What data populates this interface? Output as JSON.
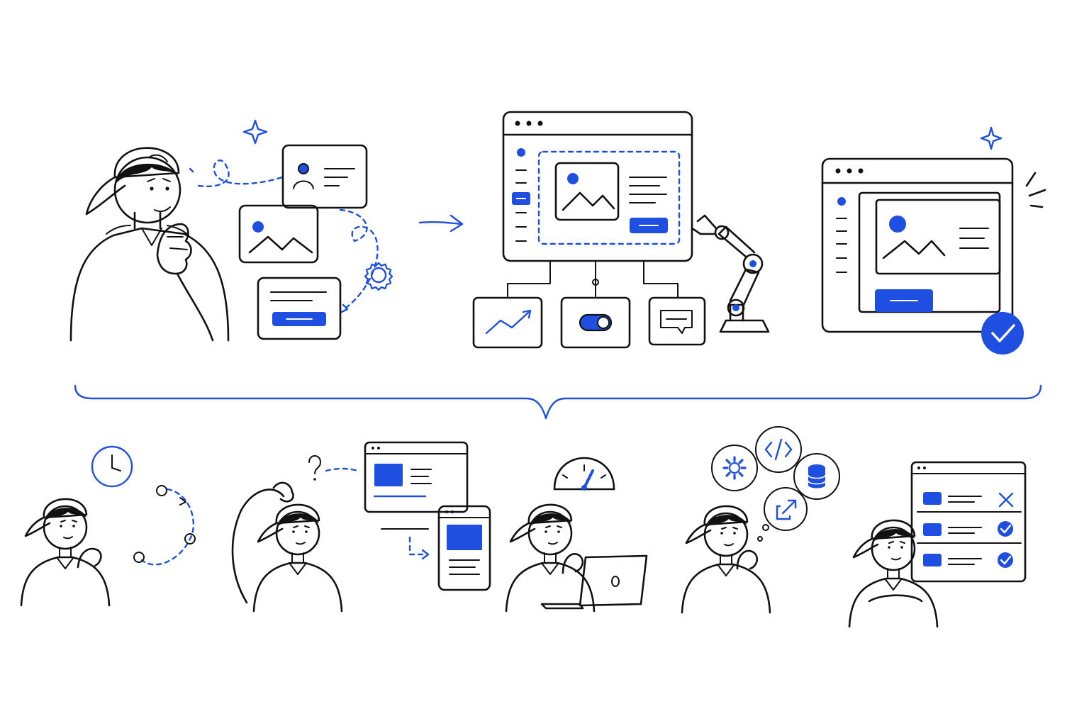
{
  "colors": {
    "ink": "#111111",
    "accent": "#1f4fe0",
    "background": "#ffffff"
  },
  "top_row": {
    "designer": {
      "pose": "thinking"
    },
    "floating_cards": [
      "profile-card-icon",
      "image-card-icon",
      "button-card-icon"
    ],
    "flow_arrow": "arrow-right-icon",
    "builder_window": {
      "widgets": [
        "line-chart-icon",
        "toggle-icon",
        "chat-bubble-icon"
      ],
      "robot": "robot-arm-icon"
    },
    "result_window": {
      "badge": "check-badge-icon"
    }
  },
  "bottom_row": {
    "figures": [
      {
        "name": "time-loop",
        "props": [
          "clock-icon",
          "cycle-path-icon"
        ]
      },
      {
        "name": "responsive-confusion",
        "props": [
          "question-mark-icon",
          "desktop-window-icon",
          "mobile-window-icon"
        ]
      },
      {
        "name": "performance",
        "props": [
          "speedometer-icon",
          "laptop-icon"
        ]
      },
      {
        "name": "integrations",
        "props": [
          "gear-icon",
          "code-icon",
          "database-icon",
          "external-link-icon"
        ]
      },
      {
        "name": "review",
        "props": [
          "x-icon",
          "check-icon",
          "check-icon"
        ]
      }
    ]
  }
}
